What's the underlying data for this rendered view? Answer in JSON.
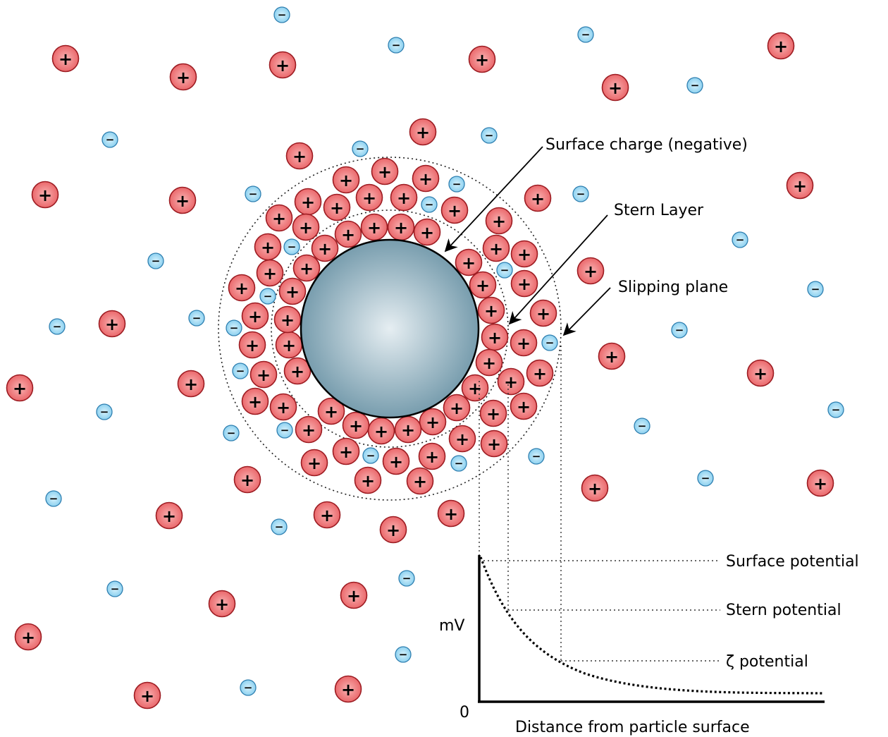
{
  "labels": {
    "surface_charge": "Surface charge (negative)",
    "stern_layer": "Stern Layer",
    "slipping_plane": "Slipping plane",
    "surface_potential": "Surface potential",
    "stern_potential": "Stern potential",
    "zeta_potential": "ζ potential",
    "y_axis": "mV",
    "origin": "0",
    "x_axis": "Distance from particle surface"
  },
  "symbols": {
    "positive": "+",
    "negative": "−"
  },
  "colors": {
    "positive_ion_fill": "#e8595d",
    "positive_ion_stroke": "#9c1c22",
    "negative_ion_fill": "#7fcbee",
    "negative_ion_stroke": "#2f7fb0",
    "particle_center": "#e6eef2",
    "particle_edge": "#6d95a7"
  },
  "ions": {
    "positive": [
      [
        93,
        83
      ],
      [
        260,
        109
      ],
      [
        401,
        92
      ],
      [
        684,
        84
      ],
      [
        1108,
        65
      ],
      [
        873,
        124
      ],
      [
        600,
        187
      ],
      [
        425,
        221
      ],
      [
        64,
        276
      ],
      [
        259,
        284
      ],
      [
        763,
        281
      ],
      [
        1135,
        263
      ],
      [
        838,
        384
      ],
      [
        159,
        459
      ],
      [
        28,
        550
      ],
      [
        271,
        544
      ],
      [
        868,
        505
      ],
      [
        1079,
        529
      ],
      [
        351,
        680
      ],
      [
        240,
        731
      ],
      [
        464,
        730
      ],
      [
        558,
        751
      ],
      [
        640,
        728
      ],
      [
        844,
        692
      ],
      [
        1164,
        685
      ],
      [
        315,
        856
      ],
      [
        502,
        844
      ],
      [
        40,
        903
      ],
      [
        209,
        986
      ],
      [
        494,
        977
      ],
      [
        491,
        255
      ],
      [
        546,
        243
      ],
      [
        604,
        253
      ],
      [
        524,
        280
      ],
      [
        573,
        280
      ],
      [
        478,
        294
      ],
      [
        437,
        286
      ],
      [
        396,
        309
      ],
      [
        434,
        322
      ],
      [
        494,
        332
      ],
      [
        531,
        322
      ],
      [
        569,
        322
      ],
      [
        606,
        329
      ],
      [
        645,
        298
      ],
      [
        708,
        313
      ],
      [
        704,
        352
      ],
      [
        744,
        360
      ],
      [
        665,
        372
      ],
      [
        685,
        404
      ],
      [
        744,
        402
      ],
      [
        697,
        440
      ],
      [
        771,
        444
      ],
      [
        702,
        478
      ],
      [
        743,
        486
      ],
      [
        694,
        514
      ],
      [
        766,
        529
      ],
      [
        725,
        541
      ],
      [
        674,
        550
      ],
      [
        743,
        576
      ],
      [
        700,
        586
      ],
      [
        648,
        578
      ],
      [
        701,
        629
      ],
      [
        656,
        622
      ],
      [
        614,
        598
      ],
      [
        613,
        647
      ],
      [
        579,
        609
      ],
      [
        541,
        611
      ],
      [
        505,
        603
      ],
      [
        470,
        583
      ],
      [
        438,
        609
      ],
      [
        491,
        640
      ],
      [
        562,
        654
      ],
      [
        596,
        682
      ],
      [
        522,
        681
      ],
      [
        446,
        656
      ],
      [
        402,
        577
      ],
      [
        362,
        569
      ],
      [
        374,
        531
      ],
      [
        422,
        526
      ],
      [
        358,
        489
      ],
      [
        410,
        489
      ],
      [
        362,
        448
      ],
      [
        408,
        453
      ],
      [
        343,
        408
      ],
      [
        383,
        387
      ],
      [
        415,
        413
      ],
      [
        380,
        350
      ],
      [
        435,
        380
      ],
      [
        461,
        352
      ]
    ],
    "negative": [
      [
        400,
        21
      ],
      [
        562,
        64
      ],
      [
        831,
        49
      ],
      [
        986,
        121
      ],
      [
        156,
        198
      ],
      [
        694,
        192
      ],
      [
        511,
        211
      ],
      [
        359,
        275
      ],
      [
        609,
        290
      ],
      [
        648,
        261
      ],
      [
        824,
        275
      ],
      [
        414,
        350
      ],
      [
        221,
        370
      ],
      [
        716,
        383
      ],
      [
        1050,
        340
      ],
      [
        1157,
        410
      ],
      [
        380,
        420
      ],
      [
        81,
        463
      ],
      [
        279,
        451
      ],
      [
        332,
        465
      ],
      [
        964,
        468
      ],
      [
        780,
        486
      ],
      [
        341,
        526
      ],
      [
        148,
        584
      ],
      [
        404,
        610
      ],
      [
        328,
        614
      ],
      [
        526,
        646
      ],
      [
        651,
        657
      ],
      [
        761,
        647
      ],
      [
        911,
        604
      ],
      [
        1186,
        581
      ],
      [
        76,
        707
      ],
      [
        1001,
        678
      ],
      [
        396,
        747
      ],
      [
        577,
        820
      ],
      [
        163,
        835
      ],
      [
        572,
        928
      ],
      [
        352,
        975
      ]
    ]
  }
}
